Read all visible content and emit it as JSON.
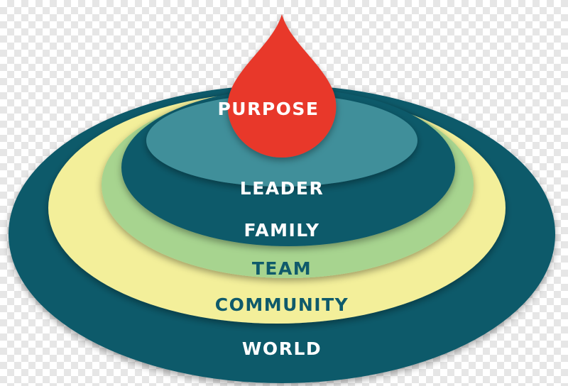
{
  "diagram": {
    "center": {
      "label": "PURPOSE",
      "color": "#e8392c",
      "text_color": "#ffffff"
    },
    "layers": [
      {
        "label": "LEADER",
        "color": "#3f8f9a",
        "text_color": "#ffffff"
      },
      {
        "label": "FAMILY",
        "color": "#0f5a6b",
        "text_color": "#ffffff"
      },
      {
        "label": "TEAM",
        "color": "#a7d48f",
        "text_color": "#0f5a6b"
      },
      {
        "label": "COMMUNITY",
        "color": "#f3ef9a",
        "text_color": "#0f5a6b"
      },
      {
        "label": "WORLD",
        "color": "#0f5a6b",
        "text_color": "#ffffff"
      }
    ]
  }
}
